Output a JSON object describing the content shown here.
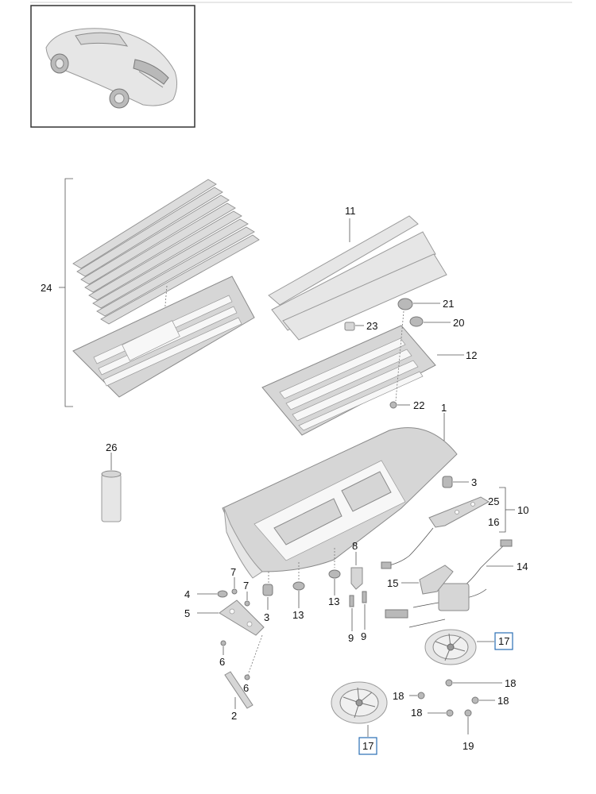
{
  "callouts": {
    "c1": "1",
    "c2": "2",
    "c3a": "3",
    "c3b": "3",
    "c4": "4",
    "c5": "5",
    "c6a": "6",
    "c6b": "6",
    "c7a": "7",
    "c7b": "7",
    "c8": "8",
    "c9a": "9",
    "c9b": "9",
    "c10": "10",
    "c11": "11",
    "c12": "12",
    "c13a": "13",
    "c13b": "13",
    "c14": "14",
    "c15": "15",
    "c16": "16",
    "c17a": "17",
    "c17b": "17",
    "c18a": "18",
    "c18b": "18",
    "c18c": "18",
    "c18d": "18",
    "c19": "19",
    "c20": "20",
    "c21": "21",
    "c22": "22",
    "c23": "23",
    "c24": "24",
    "c25": "25",
    "c26": "26"
  },
  "colors": {
    "highlight_box": "#2a6fb5",
    "part_fill": "#d6d6d6",
    "outline": "#8a8a8a"
  }
}
